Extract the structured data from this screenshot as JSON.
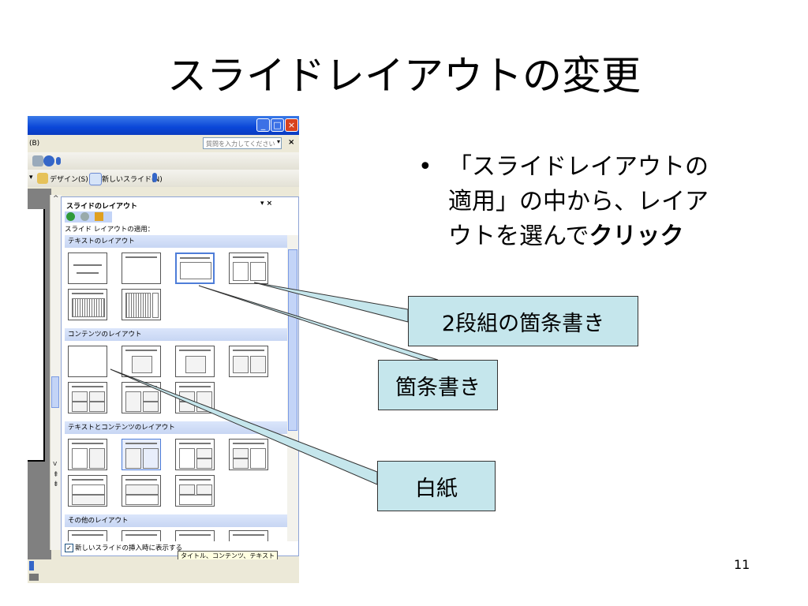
{
  "slide": {
    "title": "スライドレイアウトの変更",
    "bullet_dot": "•",
    "bullet_text_line1": "「スライドレイアウトの",
    "bullet_text_line2": "適用」の中から、レイア",
    "bullet_text_line3_plain": "ウトを選んで",
    "bullet_text_line3_bold": "クリック",
    "page_number": "11"
  },
  "callouts": {
    "two_column": "2段組の箇条書き",
    "bullets": "箇条書き",
    "blank": "白紙"
  },
  "window": {
    "min_icon": "minimize-icon",
    "max_icon": "maximize-icon",
    "close_icon": "close-icon",
    "menu_fragment": "(B)",
    "help_placeholder": "質問を入力してください",
    "help_dropdown": "▾",
    "menu_close": "×",
    "toolbar_design": "デザイン(S)",
    "toolbar_new_slide": "新しいスライド(N)"
  },
  "task_pane": {
    "title": "スライドのレイアウト",
    "controls": "▾ ×",
    "apply_label": "スライド レイアウトの適用：",
    "sections": {
      "text": "テキストのレイアウト",
      "content": "コンテンツのレイアウト",
      "text_content": "テキストとコンテンツのレイアウト",
      "other": "その他のレイアウト"
    },
    "tooltip": "タイトル、コンテンツ、テキスト",
    "show_on_insert": "新しいスライドの挿入時に表示する",
    "show_on_insert_checked": true
  },
  "colors": {
    "callout_fill": "#c5e6ec",
    "titlebar": "#0a46d8",
    "selection": "#4e7dd8"
  }
}
